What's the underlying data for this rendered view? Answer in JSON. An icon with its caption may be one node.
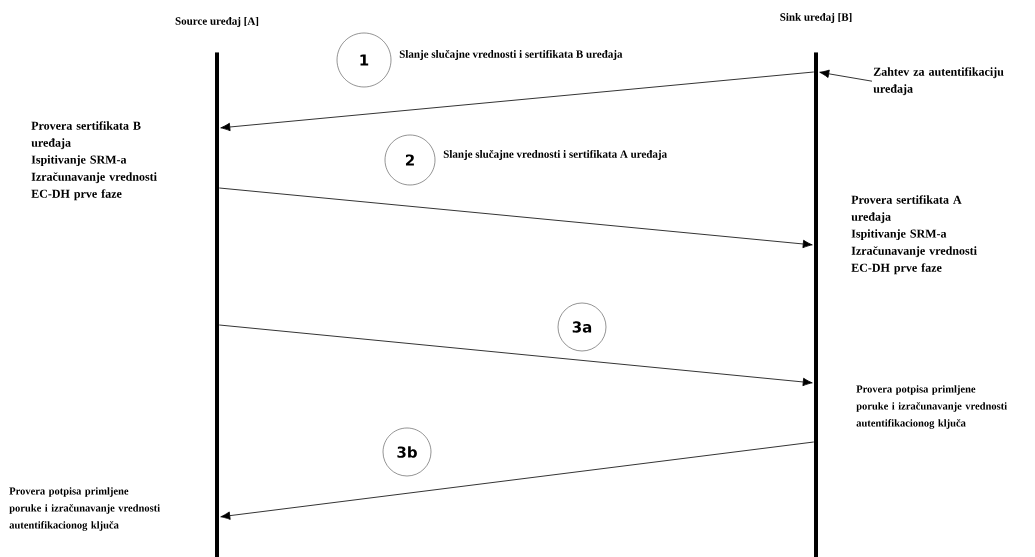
{
  "diagram": {
    "nodes": [
      {
        "text": [
          "Source uređaj [A]"
        ]
      },
      {
        "text": [
          "Sink uređaj [B]"
        ]
      },
      {
        "text": [
          "Zahtev za autentifikaciju uređaja"
        ]
      },
      {
        "text": [
          "1"
        ],
        "beside": [
          "Slanje slučajne vrednosti i sertifikata B uređaja"
        ]
      },
      {
        "text": [
          "2"
        ],
        "beside": [
          "Slanje slučajne vrednosti i sertifikata A uređaja"
        ]
      },
      {
        "text": [
          "3a"
        ]
      },
      {
        "text": [
          "3b"
        ]
      }
    ],
    "edges": [
      {
        "from": 2,
        "to": 1,
        "arrow": "to"
      },
      {
        "from": 1,
        "to": 0,
        "arrow": "to"
      },
      {
        "from": 0,
        "to": 1,
        "arrow": "to"
      },
      {
        "from": 0,
        "to": 1,
        "arrow": "to"
      },
      {
        "from": 1,
        "to": 0,
        "arrow": "to"
      }
    ],
    "labels": [
      "Provera sertifikata B uređaja",
      "Ispitivanje SRM-a",
      "Izračunavanje vrednosti EC-DH prve faze",
      "Provera sertifikata A uređaja",
      "Ispitivanje SRM-a",
      "Izračunavanje vrednosti EC-DH prve faze",
      "Provera potpisa primljene poruke i izračunavanje vrednosti autentifikacionog ključa",
      "Provera potpisa primljene poruke i izračunavanje vrednosti autentifikacionog ključa"
    ]
  }
}
